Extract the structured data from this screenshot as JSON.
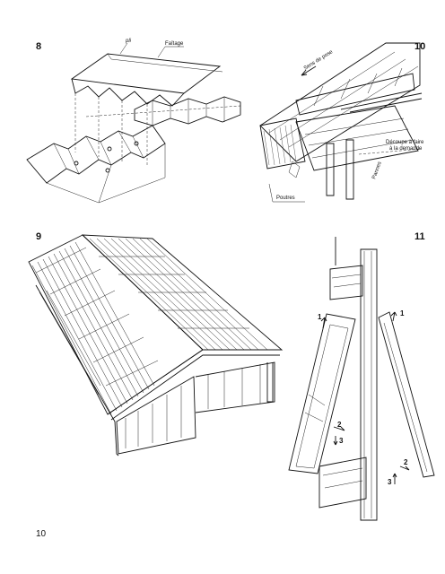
{
  "figures": {
    "fig8": {
      "number": "8",
      "labels": {
        "pli": "pli",
        "faitage": "Faîtage"
      }
    },
    "fig9": {
      "number": "9"
    },
    "fig10": {
      "number": "10",
      "labels": {
        "sens_pose": "Sens de pose",
        "decoupe": "Découpe à faire",
        "decoupe2": "à la demande",
        "pannes": "Pannes",
        "poutres": "Poutres"
      }
    },
    "fig11": {
      "number": "11",
      "labels": {
        "a1": "1",
        "b1": "1",
        "a2": "2",
        "a3": "3",
        "b2": "2",
        "b3": "3"
      }
    }
  },
  "page_number": "10"
}
